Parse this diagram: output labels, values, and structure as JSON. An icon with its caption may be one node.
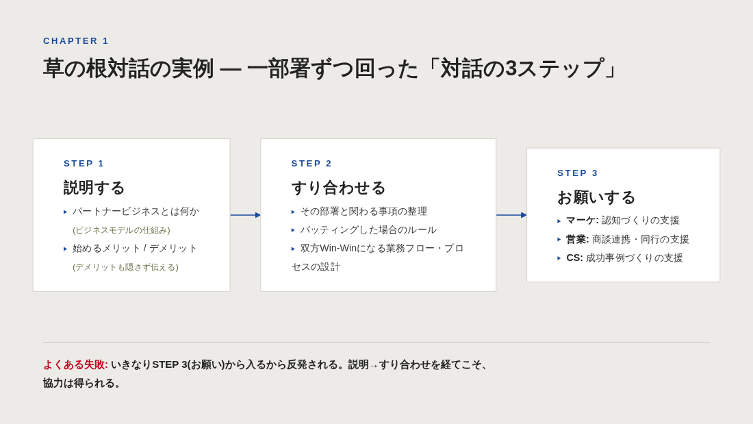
{
  "diagram": {
    "title": "草の根対話の実例 — 一部署ずつ回った「対話の3ステップ」",
    "nodes": [
      {
        "text": [
          "STEP 1",
          "説明する",
          "パートナービジネスとは何か",
          "(ビジネスモデルの仕組み)",
          "始めるメリット / デメリット",
          "(デメリットも隠さず伝える)"
        ]
      },
      {
        "text": [
          "STEP 2",
          "すり合わせる",
          "その部署と関わる事項の整理",
          "バッティングした場合のルール",
          "双方Win-Winになる業務フロー・プロセスの設計"
        ]
      },
      {
        "text": [
          "STEP 3",
          "お願いする",
          "**マーケ:** 認知づくりの支援",
          "**営業:** 商談連携・同行の支援",
          "**CS:** 成功事例づくりの支援"
        ]
      }
    ],
    "edges": [
      {
        "from": 0,
        "to": 1,
        "arrow": "to"
      },
      {
        "from": 1,
        "to": 2,
        "arrow": "to"
      }
    ],
    "labels": [
      "CHAPTER 1",
      "**よくある失敗:** いきなりSTEP 3(お願い)から入るから反発される。説明→すり合わせを経てこそ、協力は得られる。"
    ]
  }
}
